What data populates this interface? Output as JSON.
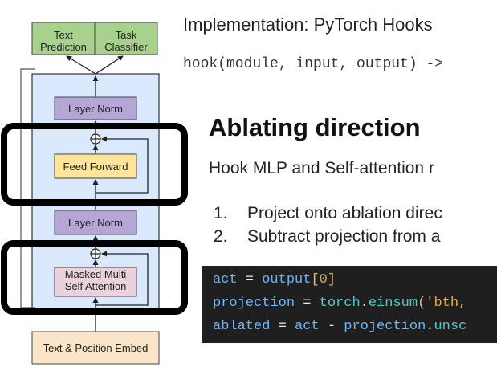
{
  "diagram": {
    "outputs": {
      "text_prediction": "Text\nPrediction",
      "task_classifier": "Task\nClassifier"
    },
    "upper_block": {
      "layer_norm": "Layer Norm",
      "feed_forward": "Feed Forward"
    },
    "lower_block": {
      "layer_norm": "Layer Norm",
      "attention": "Masked Multi\nSelf Attention"
    },
    "embed": "Text & Position Embed",
    "colors": {
      "output_fill": "#a9d18e",
      "layer_norm_fill": "#b4a7d6",
      "feed_forward_fill": "#ffe599",
      "attention_fill": "#ead1dc",
      "embed_fill": "#fbe5c8",
      "stack_fill": "#dae8fc",
      "highlight_stroke": "#000000"
    }
  },
  "implementation": {
    "title": "Implementation: PyTorch Hooks",
    "code": "hook(module, input, output) ->"
  },
  "section": {
    "heading": "Ablating direction",
    "subtitle": "Hook MLP and Self-attention r",
    "steps": [
      {
        "num": "1.",
        "text": "Project onto ablation direc"
      },
      {
        "num": "2.",
        "text": "Subtract projection from a"
      }
    ]
  },
  "code_block": {
    "lines": [
      [
        {
          "t": "act",
          "c": "var"
        },
        {
          "t": " = ",
          "c": "op"
        },
        {
          "t": "output",
          "c": "var"
        },
        {
          "t": "[",
          "c": "br"
        },
        {
          "t": "0",
          "c": "num"
        },
        {
          "t": "]",
          "c": "br"
        }
      ],
      [
        {
          "t": "projection",
          "c": "var"
        },
        {
          "t": " = ",
          "c": "op"
        },
        {
          "t": "torch",
          "c": "fn"
        },
        {
          "t": ".",
          "c": "dot"
        },
        {
          "t": "einsum",
          "c": "fn"
        },
        {
          "t": "(",
          "c": "br"
        },
        {
          "t": "'bth,",
          "c": "str"
        }
      ],
      [
        {
          "t": "ablated",
          "c": "var"
        },
        {
          "t": " = ",
          "c": "op"
        },
        {
          "t": "act",
          "c": "var"
        },
        {
          "t": " - ",
          "c": "op"
        },
        {
          "t": "projection",
          "c": "var"
        },
        {
          "t": ".",
          "c": "dot"
        },
        {
          "t": "unsc",
          "c": "fn"
        }
      ]
    ]
  }
}
